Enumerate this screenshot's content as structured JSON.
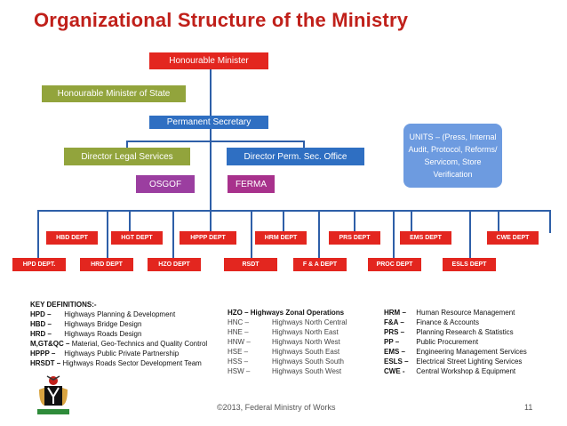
{
  "title": "Organizational Structure of the Ministry",
  "nodes": {
    "minister": "Honourable Minister",
    "minister_of_state": "Honourable Minister of State",
    "perm_sec": "Permanent Secretary",
    "legal": "Director Legal Services",
    "psec_office": "Director Perm. Sec. Office",
    "osgof": "OSGOF",
    "ferma": "FERMA",
    "units": "UNITS – (Press, Internal Audit, Protocol, Reforms/ Servicom, Store Verification"
  },
  "depts_upper": [
    "HBD DEPT",
    "HGT DEPT",
    "HPPP DEPT",
    "HRM DEPT",
    "PRS DEPT",
    "EMS DEPT",
    "CWE DEPT"
  ],
  "depts_lower": [
    "HPD DEPT.",
    "HRD DEPT",
    "HZO DEPT",
    "RSDT",
    "F & A DEPT",
    "PROC DEPT",
    "ESLS DEPT"
  ],
  "definitions": {
    "heading": "KEY DEFINITIONS:-",
    "col1": [
      {
        "abbr": "HPD –",
        "text": "Highways Planning & Development"
      },
      {
        "abbr": "HBD –",
        "text": "Highways Bridge Design"
      },
      {
        "abbr": "HRD –",
        "text": "Highways Roads Design"
      },
      {
        "abbr": "M,GT&QC –",
        "text": "Material, Geo-Technics and Quality Control"
      },
      {
        "abbr": "HPPP –",
        "text": "Highways Public Private Partnership"
      },
      {
        "abbr": "HRSDT –",
        "text": "Highways Roads Sector Development Team"
      }
    ],
    "col2_heading": "HZO – Highways Zonal Operations",
    "col2": [
      {
        "abbr": "HNC –",
        "text": "Highways North Central"
      },
      {
        "abbr": "HNE –",
        "text": "Highways North East"
      },
      {
        "abbr": "HNW –",
        "text": "Highways North West"
      },
      {
        "abbr": "HSE –",
        "text": "Highways South East"
      },
      {
        "abbr": "HSS –",
        "text": "Highways South South"
      },
      {
        "abbr": "HSW –",
        "text": "Highways South West"
      }
    ],
    "col3": [
      {
        "abbr": "HRM –",
        "text": "Human Resource Management"
      },
      {
        "abbr": "F&A –",
        "text": "Finance & Accounts"
      },
      {
        "abbr": "PRS –",
        "text": "Planning Research & Statistics"
      },
      {
        "abbr": "PP –",
        "text": "Public Procurement"
      },
      {
        "abbr": "EMS –",
        "text": "Engineering Management Services"
      },
      {
        "abbr": "ESLS –",
        "text": "Electrical Street Lighting Services"
      },
      {
        "abbr": "CWE -",
        "text": "Central Workshop & Equipment"
      }
    ]
  },
  "footer": "©2013, Federal Ministry of Works",
  "page_number": "11"
}
